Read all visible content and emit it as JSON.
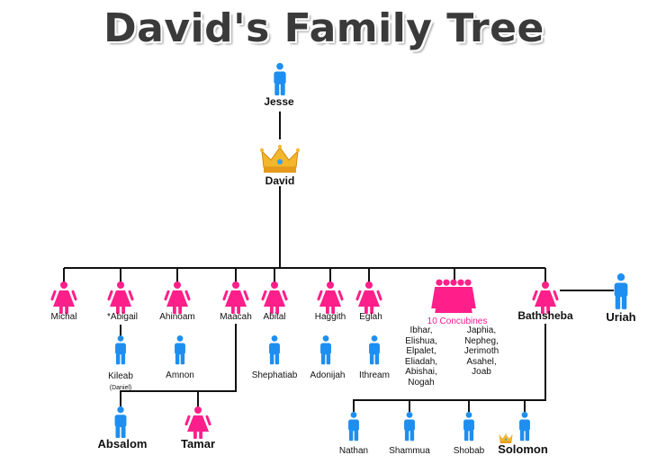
{
  "title": "David's Family Tree",
  "colors": {
    "male": "#1e8ff0",
    "female": "#ff1f8a",
    "line": "#111111",
    "concubine_label": "#ff1493",
    "crown": "#f4b62a"
  },
  "people": {
    "jesse": "Jesse",
    "david": "David",
    "wives": [
      "Michal",
      "*Abigail",
      "Ahinoam",
      "Maacah",
      "Abital",
      "Haggith",
      "Eglah"
    ],
    "concubines": "10 Concubines",
    "bathsheba": "Bathsheba",
    "uriah": "Uriah",
    "children": {
      "kileab": "Kileab",
      "daniel": "(Daniel)",
      "amnon": "Amnon",
      "shephatiah": "Shephatiab",
      "adonijah": "Adonijah",
      "ithream": "Ithream",
      "absalom": "Absalom",
      "tamar": "Tamar",
      "nathan": "Nathan",
      "shammua": "Shammua",
      "shobab": "Shobab",
      "solomon": "Solomon"
    },
    "concubine_sons_left": [
      "Ibhar,",
      "Elishua,",
      "Elpalet,",
      "Eliadah,",
      "Abishai,",
      "Nogah"
    ],
    "concubine_sons_right": [
      "Japhia,",
      "Nepheg,",
      "Jerimoth",
      "Asahel,",
      "Joab"
    ]
  }
}
